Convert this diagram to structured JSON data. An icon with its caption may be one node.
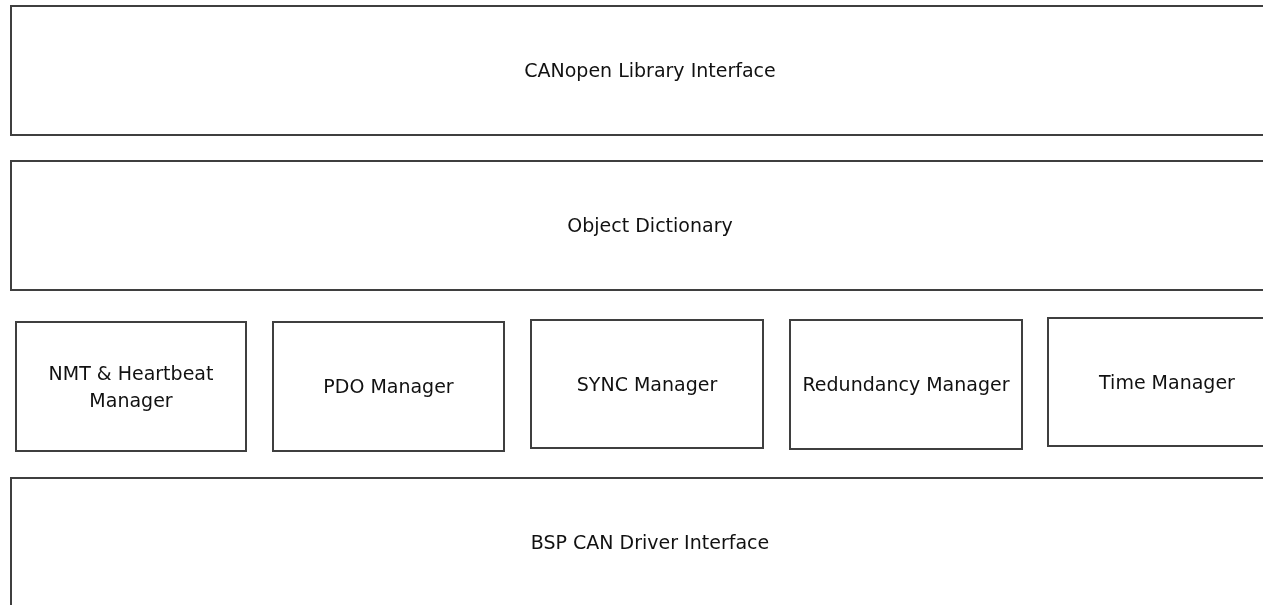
{
  "diagram": {
    "nodes": [
      {
        "text": [
          "CANopen Library Interface"
        ]
      },
      {
        "text": [
          "Object Dictionary"
        ]
      },
      {
        "text": [
          "NMT & Heartbeat Manager"
        ]
      },
      {
        "text": [
          "PDO Manager"
        ]
      },
      {
        "text": [
          "SYNC Manager"
        ]
      },
      {
        "text": [
          "Redundancy Manager"
        ]
      },
      {
        "text": [
          "Time Manager"
        ]
      },
      {
        "text": [
          "BSP CAN Driver Interface"
        ]
      }
    ]
  }
}
